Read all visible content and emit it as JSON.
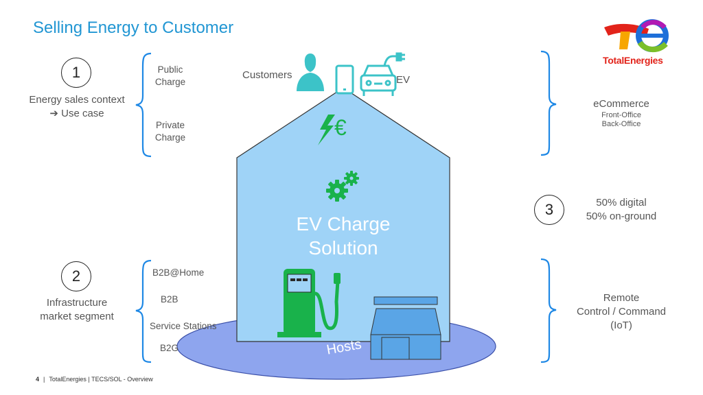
{
  "title": "Selling Energy to Customer",
  "logo": {
    "text": "TotalEnergies"
  },
  "section1": {
    "number": "1",
    "line1": "Energy sales context",
    "line2": "Use case",
    "options": [
      "Public Charge",
      "Private Charge"
    ]
  },
  "section2": {
    "number": "2",
    "line1": "Infrastructure",
    "line2": "market segment",
    "options": [
      "B2B@Home",
      "B2B",
      "Service Stations",
      "B2G"
    ]
  },
  "section3": {
    "number": "3",
    "line1": "50% digital",
    "line2": "50% on-ground"
  },
  "ecommerce": {
    "title": "eCommerce",
    "line1": "Front-Office",
    "line2": "Back-Office"
  },
  "remote": {
    "line1": "Remote",
    "line2": "Control / Command",
    "line3": "(IoT)"
  },
  "house": {
    "customers": "Customers",
    "ev": "EV",
    "line1": "EV Charge",
    "line2": "Solution",
    "hosts": "Hosts",
    "currency": "€"
  },
  "footer": {
    "page": "4",
    "text": "TotalEnergies | TECS/SOL - Overview"
  },
  "colors": {
    "accent": "#2196d3",
    "house_fill": "#9fd3f7",
    "green": "#19b24b",
    "teal": "#3cc3c8",
    "hosts": "#8ea5ee",
    "bracket": "#1e88e5"
  }
}
